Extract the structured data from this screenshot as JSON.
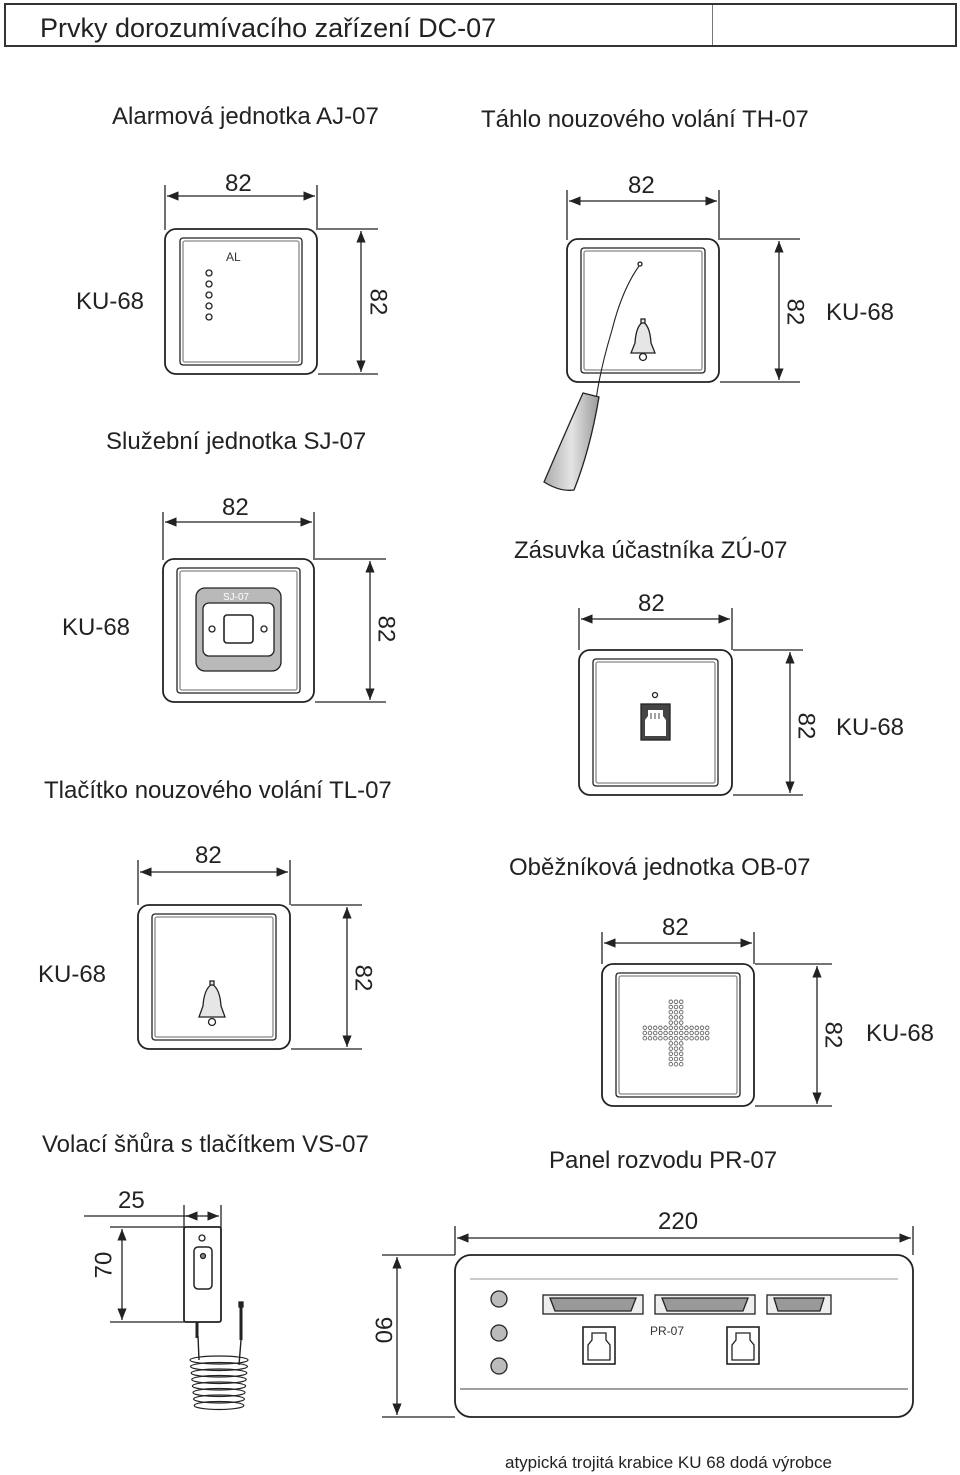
{
  "header": {
    "title": "Prvky dorozumívacího zařízení DC-07"
  },
  "devices": {
    "aj07": {
      "title": "Alarmová jednotka AJ-07",
      "width": "82",
      "height": "82",
      "box": "KU-68",
      "panel_label": "AL"
    },
    "th07": {
      "title": "Táhlo nouzového volání TH-07",
      "width": "82",
      "height": "82",
      "box": "KU-68"
    },
    "sj07": {
      "title": "Služební jednotka SJ-07",
      "width": "82",
      "height": "82",
      "box": "KU-68",
      "panel_label": "SJ-07"
    },
    "zu07": {
      "title": "Zásuvka účastníka ZÚ-07",
      "width": "82",
      "height": "82",
      "box": "KU-68"
    },
    "tl07": {
      "title": "Tlačítko nouzového volání TL-07",
      "width": "82",
      "height": "82",
      "box": "KU-68"
    },
    "ob07": {
      "title": "Oběžníková jednotka OB-07",
      "width": "82",
      "height": "82",
      "box": "KU-68"
    },
    "vs07": {
      "title": "Volací šňůra s tlačítkem VS-07",
      "width": "25",
      "height": "70"
    },
    "pr07": {
      "title": "Panel rozvodu PR-07",
      "width": "220",
      "height": "90",
      "panel_label": "PR-07"
    }
  },
  "footer": {
    "note": "atypická trojitá krabice KU 68 dodá výrobce"
  }
}
